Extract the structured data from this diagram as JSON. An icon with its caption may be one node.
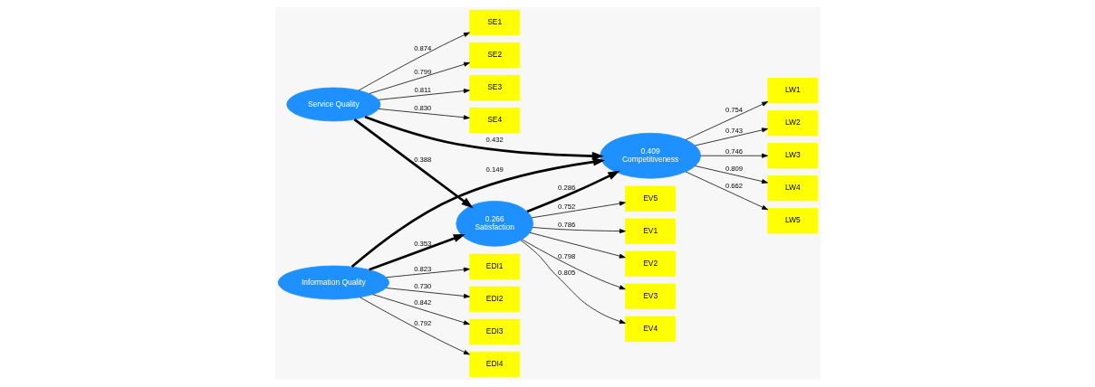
{
  "diagram": {
    "nodes": [
      {
        "text": [
          "SE1"
        ]
      },
      {
        "text": [
          "SE2"
        ]
      },
      {
        "text": [
          "SE3"
        ]
      },
      {
        "text": [
          "SE4"
        ]
      },
      {
        "text": [
          "Service Quality"
        ]
      },
      {
        "text": [
          "LW1"
        ]
      },
      {
        "text": [
          "LW2"
        ]
      },
      {
        "text": [
          "0.266",
          "Satisfaction"
        ]
      },
      {
        "text": [
          "0.409",
          "Competitiveness"
        ]
      },
      {
        "text": [
          "LW3"
        ]
      },
      {
        "text": [
          "LW4"
        ]
      },
      {
        "text": [
          "LW5"
        ]
      },
      {
        "text": [
          "EV1"
        ]
      },
      {
        "text": [
          "EV2"
        ]
      },
      {
        "text": [
          "EV3"
        ]
      },
      {
        "text": [
          "EV4"
        ]
      },
      {
        "text": [
          "EV5"
        ]
      },
      {
        "text": [
          "Information Quality"
        ]
      },
      {
        "text": [
          "EDI1"
        ]
      },
      {
        "text": [
          "EDI2"
        ]
      },
      {
        "text": [
          "EDI3"
        ]
      },
      {
        "text": [
          "EDI4"
        ]
      }
    ],
    "edges": [
      {
        "from": 4,
        "to": 0,
        "arrow": "to",
        "label": "0.874"
      },
      {
        "from": 4,
        "to": 1,
        "arrow": "to",
        "label": "0.799"
      },
      {
        "from": 4,
        "to": 2,
        "arrow": "to",
        "label": "0.811"
      },
      {
        "from": 4,
        "to": 3,
        "arrow": "to",
        "label": "0.830"
      },
      {
        "from": 4,
        "to": 7,
        "arrow": "to",
        "label": "0.388",
        "style": "thick"
      },
      {
        "from": 4,
        "to": 8,
        "arrow": "to",
        "label": "0.432",
        "style": "thick"
      },
      {
        "from": 7,
        "to": 8,
        "arrow": "to",
        "label": "0.286",
        "style": "thick"
      },
      {
        "from": 17,
        "to": 7,
        "arrow": "to",
        "label": "0.353",
        "style": "thick"
      },
      {
        "from": 17,
        "to": 8,
        "arrow": "to",
        "label": "0.149",
        "style": "thick"
      },
      {
        "from": 8,
        "to": 5,
        "arrow": "to",
        "label": "0.754"
      },
      {
        "from": 8,
        "to": 6,
        "arrow": "to",
        "label": "0.743"
      },
      {
        "from": 8,
        "to": 9,
        "arrow": "to",
        "label": "0.746"
      },
      {
        "from": 8,
        "to": 10,
        "arrow": "to",
        "label": "0.809"
      },
      {
        "from": 8,
        "to": 11,
        "arrow": "to",
        "label": "0.662"
      },
      {
        "from": 7,
        "to": 12,
        "arrow": "to",
        "label": "0.786"
      },
      {
        "from": 7,
        "to": 13,
        "arrow": "to"
      },
      {
        "from": 7,
        "to": 14,
        "arrow": "to",
        "label": "0.798"
      },
      {
        "from": 7,
        "to": 15,
        "arrow": "to",
        "label": "0.805"
      },
      {
        "from": 7,
        "to": 16,
        "arrow": "to",
        "label": "0.752"
      },
      {
        "from": 17,
        "to": 18,
        "arrow": "to",
        "label": "0.823"
      },
      {
        "from": 17,
        "to": 19,
        "arrow": "to",
        "label": "0.730"
      },
      {
        "from": 17,
        "to": 20,
        "arrow": "to",
        "label": "0.842"
      },
      {
        "from": 17,
        "to": 21,
        "arrow": "to",
        "label": "0.792"
      }
    ]
  }
}
